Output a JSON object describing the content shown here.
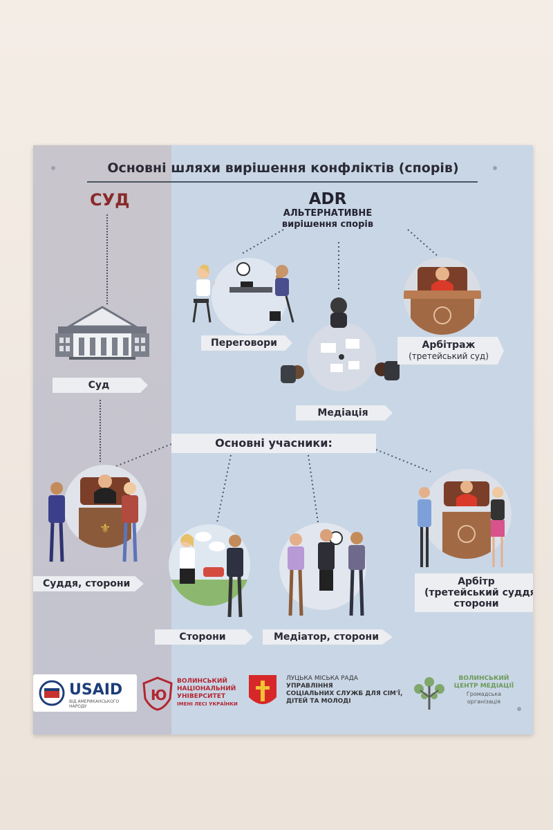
{
  "title": "Основні шляхи вирішення конфліктів (спорів)",
  "court": {
    "heading": "СУД",
    "label": "Суд"
  },
  "adr": {
    "heading": "ADR",
    "subtitle1": "АЛЬТЕРНАТИВНЕ",
    "subtitle2": "вирішення спорів"
  },
  "methods": {
    "negotiation": "Переговори",
    "mediation": "Медіація",
    "arbitration_line1": "Арбітраж",
    "arbitration_line2": "(третейський суд)"
  },
  "participants": {
    "heading": "Основні учасники:",
    "judge_parties": "Суддя, сторони",
    "parties": "Сторони",
    "mediator_parties": "Медіатор, сторони",
    "arbiter_line1": "Арбітр",
    "arbiter_line2": "(третейський суддя),",
    "arbiter_line3": "сторони"
  },
  "footer": {
    "usaid": "USAID",
    "usaid_sub": "ВІД АМЕРИКАНСЬКОГО НАРОДУ",
    "vnu_line1": "ВОЛИНСЬКИЙ",
    "vnu_line2": "НАЦІОНАЛЬНИЙ",
    "vnu_line3": "УНІВЕРСИТЕТ",
    "vnu_line4": "ІМЕНІ ЛЕСІ УКРАЇНКИ",
    "council_line1": "ЛУЦЬКА МІСЬКА РАДА",
    "council_line2": "УПРАВЛІННЯ",
    "council_line3": "СОЦІАЛЬНИХ СЛУЖБ ДЛЯ СІМ'Ї,",
    "council_line4": "ДІТЕЙ ТА МОЛОДІ",
    "vcm_line1": "ВОЛИНСЬКИЙ",
    "vcm_line2": "ЦЕНТР МЕДІАЦІЇ",
    "vcm_line3": "Громадська",
    "vcm_line4": "організація"
  }
}
